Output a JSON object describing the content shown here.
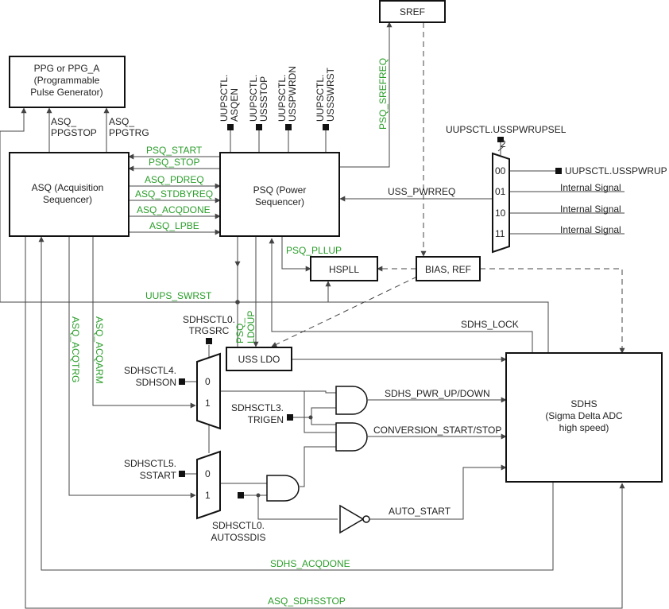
{
  "blocks": {
    "ppg": [
      "PPG or PPG_A",
      "(Programmable",
      "Pulse Generator)"
    ],
    "asq": [
      "ASQ (Acquisition",
      "Sequencer)"
    ],
    "psq": [
      "PSQ (Power",
      "Sequencer)"
    ],
    "sref": "SREF",
    "hspll": "HSPLL",
    "bias_ref": "BIAS, REF",
    "uss_ldo": "USS LDO",
    "sdhs": [
      "SDHS",
      "(Sigma Delta ADC",
      "high speed)"
    ]
  },
  "ppg_inputs": [
    [
      "ASQ_",
      "PPGSTOP"
    ],
    [
      "ASQ_",
      "PPGTRG"
    ]
  ],
  "asq_to_psq_signals": [
    "PSQ_START",
    "PSQ_STOP",
    "ASQ_PDREQ",
    "ASQ_STDBYREQ",
    "ASQ_ACQDONE",
    "ASQ_LPBE"
  ],
  "psq_control_bits": [
    [
      "UUPSCTL.",
      "ASQEN"
    ],
    [
      "UUPSCTL.",
      "USSSTOP"
    ],
    [
      "UUPSCTL.",
      "USSPWRDN"
    ],
    [
      "UUPSCTL.",
      "USSSWRST"
    ]
  ],
  "psq_sref_req": "PSQ_SREFREQ",
  "mux_pwrup": {
    "select_label": "UUPSCTL.USSPWRUPSEL",
    "select_width": "2",
    "inputs": [
      {
        "code": "00",
        "label": "UUPSCTL.USSPWRUP"
      },
      {
        "code": "01",
        "label": "Internal Signal"
      },
      {
        "code": "10",
        "label": "Internal Signal"
      },
      {
        "code": "11",
        "label": "Internal Signal"
      }
    ],
    "output": "USS_PWRREQ"
  },
  "signals": {
    "psq_pllup": "PSQ_PLLUP",
    "uups_swrst": "UUPS_SWRST",
    "psq_ldoup": [
      "PSQ_",
      "LDOUP"
    ],
    "asq_acqtrg": "ASQ_ACQTRG",
    "asq_acqarm": "ASQ_ACQARM",
    "sdhs_lock": "SDHS_LOCK",
    "sdhs_pwr": "SDHS_PWR_UP/DOWN",
    "conv": "CONVERSION_START/STOP",
    "auto_start": "AUTO_START",
    "sdhs_acqdone": "SDHS_ACQDONE",
    "asq_sdhsstop": "ASQ_SDHSSTOP"
  },
  "mux_trig": {
    "select_label": [
      "SDHSCTL0.",
      "TRGSRC"
    ],
    "in0_label": [
      "SDHSCTL4.",
      "SDHSON"
    ],
    "in0": "0",
    "in1": "1"
  },
  "mux_start": {
    "in0_label": [
      "SDHSCTL5.",
      "SSTART"
    ],
    "in0": "0",
    "in1": "1"
  },
  "trigen_label": [
    "SDHSCTL3.",
    "TRIGEN"
  ],
  "autossdis_label": [
    "SDHSCTL0.",
    "AUTOSSDIS"
  ],
  "colors": {
    "signal_green": "#2a9d2a",
    "line": "#444444",
    "box_border": "#111111",
    "text": "#222222"
  }
}
